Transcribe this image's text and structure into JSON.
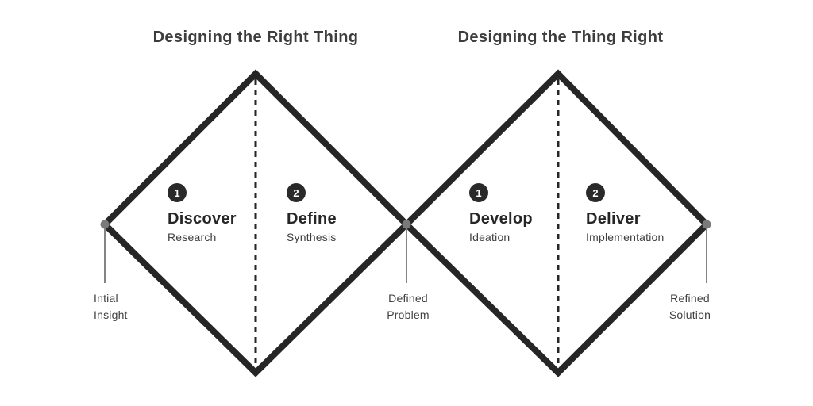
{
  "titles": {
    "left": "Designing the Right Thing",
    "right": "Designing the Thing Right"
  },
  "stages": [
    {
      "number": "1",
      "name": "Discover",
      "subtitle": "Research"
    },
    {
      "number": "2",
      "name": "Define",
      "subtitle": "Synthesis"
    },
    {
      "number": "1",
      "name": "Develop",
      "subtitle": "Ideation"
    },
    {
      "number": "2",
      "name": "Deliver",
      "subtitle": "Implementation"
    }
  ],
  "milestones": [
    {
      "line1": "Intial",
      "line2": "Insight"
    },
    {
      "line1": "Defined",
      "line2": "Problem"
    },
    {
      "line1": "Refined",
      "line2": "Solution"
    }
  ],
  "colors": {
    "line": "#262626",
    "badge": "#2a2a2a",
    "badge_number": "#ffffff",
    "dot": "#7a7a7a",
    "connector": "#848484",
    "text": "#3d3d3d",
    "subtext": "#3f3f3f",
    "background": "#ffffff"
  }
}
